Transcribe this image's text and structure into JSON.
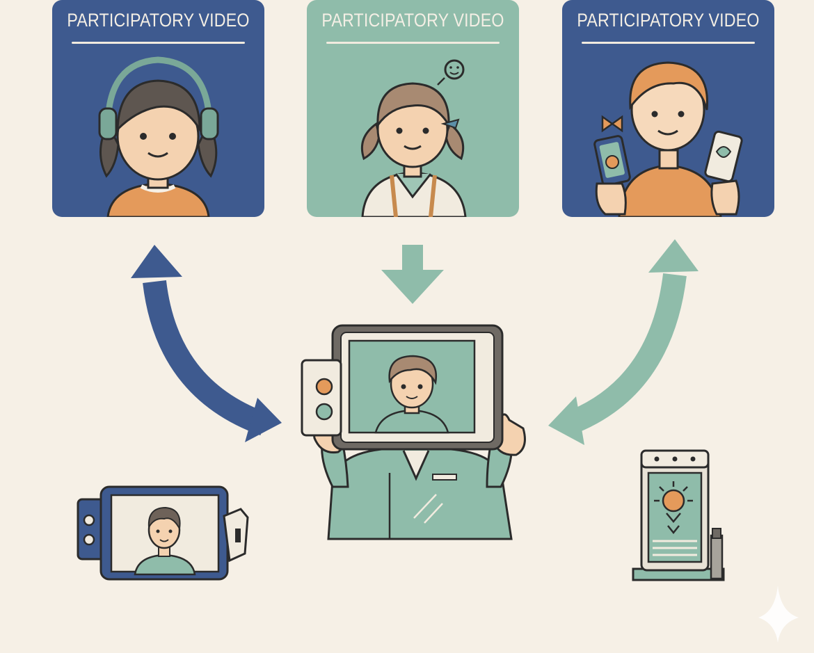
{
  "cards": [
    {
      "title": "PARTICIPATORY VIDEO",
      "color": "#3e5a8f"
    },
    {
      "title": "PARTICIPATORY VIDEO",
      "color": "#8fbcaa"
    },
    {
      "title": "PARTICIPATORY VIDEO",
      "color": "#3e5a8f"
    }
  ],
  "colors": {
    "background": "#f6f0e6",
    "navy": "#3e5a8f",
    "teal": "#8fbcaa",
    "skin": "#f4d2b0",
    "hair": "#5e5650",
    "orange": "#e49a5b"
  },
  "icons": [
    "headphones-icon",
    "smiley-icon",
    "bow-icon",
    "phone-icon",
    "tablet-icon",
    "camera-icon",
    "projector-icon",
    "sparkle-icon"
  ]
}
